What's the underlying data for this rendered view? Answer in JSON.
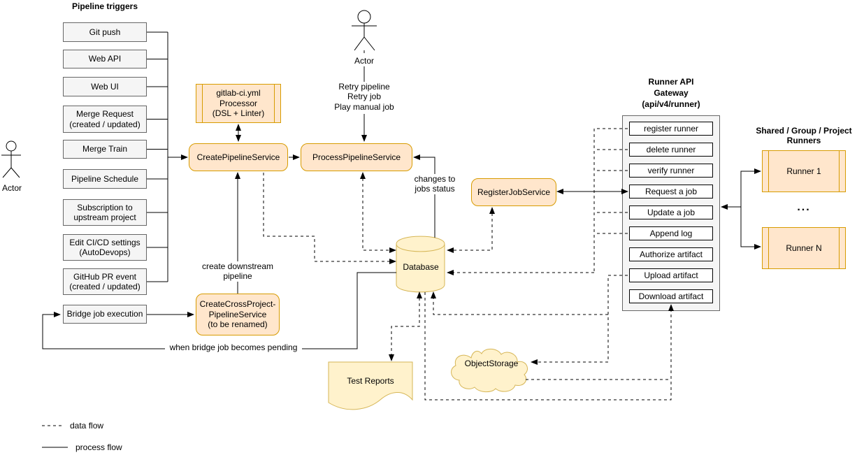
{
  "pipeline_triggers": {
    "title": "Pipeline triggers",
    "items": [
      "Git push",
      "Web API",
      "Web UI",
      "Merge Request\n(created / updated)",
      "Merge Train",
      "Pipeline Schedule",
      "Subscription to\nupstream project",
      "Edit CI/CD settings\n(AutoDevops)",
      "GitHub PR event\n(created / updated)"
    ]
  },
  "bridge_job_label": "Bridge job execution",
  "actors": {
    "left": "Actor",
    "top": "Actor"
  },
  "services": {
    "processor": "gitlab-ci.yml\nProcessor\n(DSL + Linter)",
    "create_pipeline": "CreatePipelineService",
    "process_pipeline": "ProcessPipelineService",
    "register_job": "RegisterJobService",
    "create_cross_project": "CreateCrossProject-\nPipelineService\n(to be renamed)"
  },
  "datastores": {
    "database": "Database",
    "test_reports": "Test Reports",
    "object_storage": "ObjectStorage"
  },
  "runner_gateway": {
    "title": "Runner API\nGateway\n(api/v4/runner)",
    "endpoints": [
      "register runner",
      "delete runner",
      "verify runner",
      "Request a job",
      "Update a job",
      "Append log",
      "Authorize artifact",
      "Upload artifact",
      "Download artifact"
    ]
  },
  "runners": {
    "title": "Shared / Group / Project\nRunners",
    "first": "Runner 1",
    "last": "Runner N",
    "ellipsis": "..."
  },
  "edge_labels": {
    "retry_actions": "Retry pipeline\nRetry job\nPlay manual job",
    "create_downstream": "create downstream\npipeline",
    "when_bridge_pending": "when bridge job becomes pending",
    "changes_to_jobs_status": "changes to\njobs status"
  },
  "legend": {
    "data_flow": "data flow",
    "process_flow": "process flow"
  },
  "colors": {
    "orange_fill": "#ffe6cc",
    "orange_stroke": "#d79b00",
    "yellow_fill": "#fff2cc",
    "yellow_stroke": "#d6b656",
    "gray_fill": "#f5f5f5",
    "gray_stroke": "#666666"
  }
}
